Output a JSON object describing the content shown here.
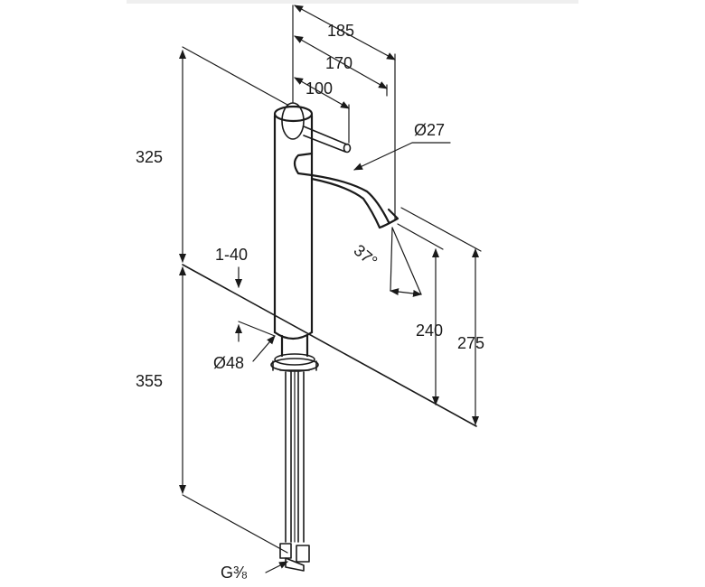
{
  "labels": {
    "d185": "185",
    "d170": "170",
    "d100": "100",
    "d27": "Ø27",
    "d325": "325",
    "d1_40": "1-40",
    "d48": "Ø48",
    "d355": "355",
    "d240": "240",
    "d275": "275",
    "angle": "37°",
    "thread": "G⅜"
  }
}
